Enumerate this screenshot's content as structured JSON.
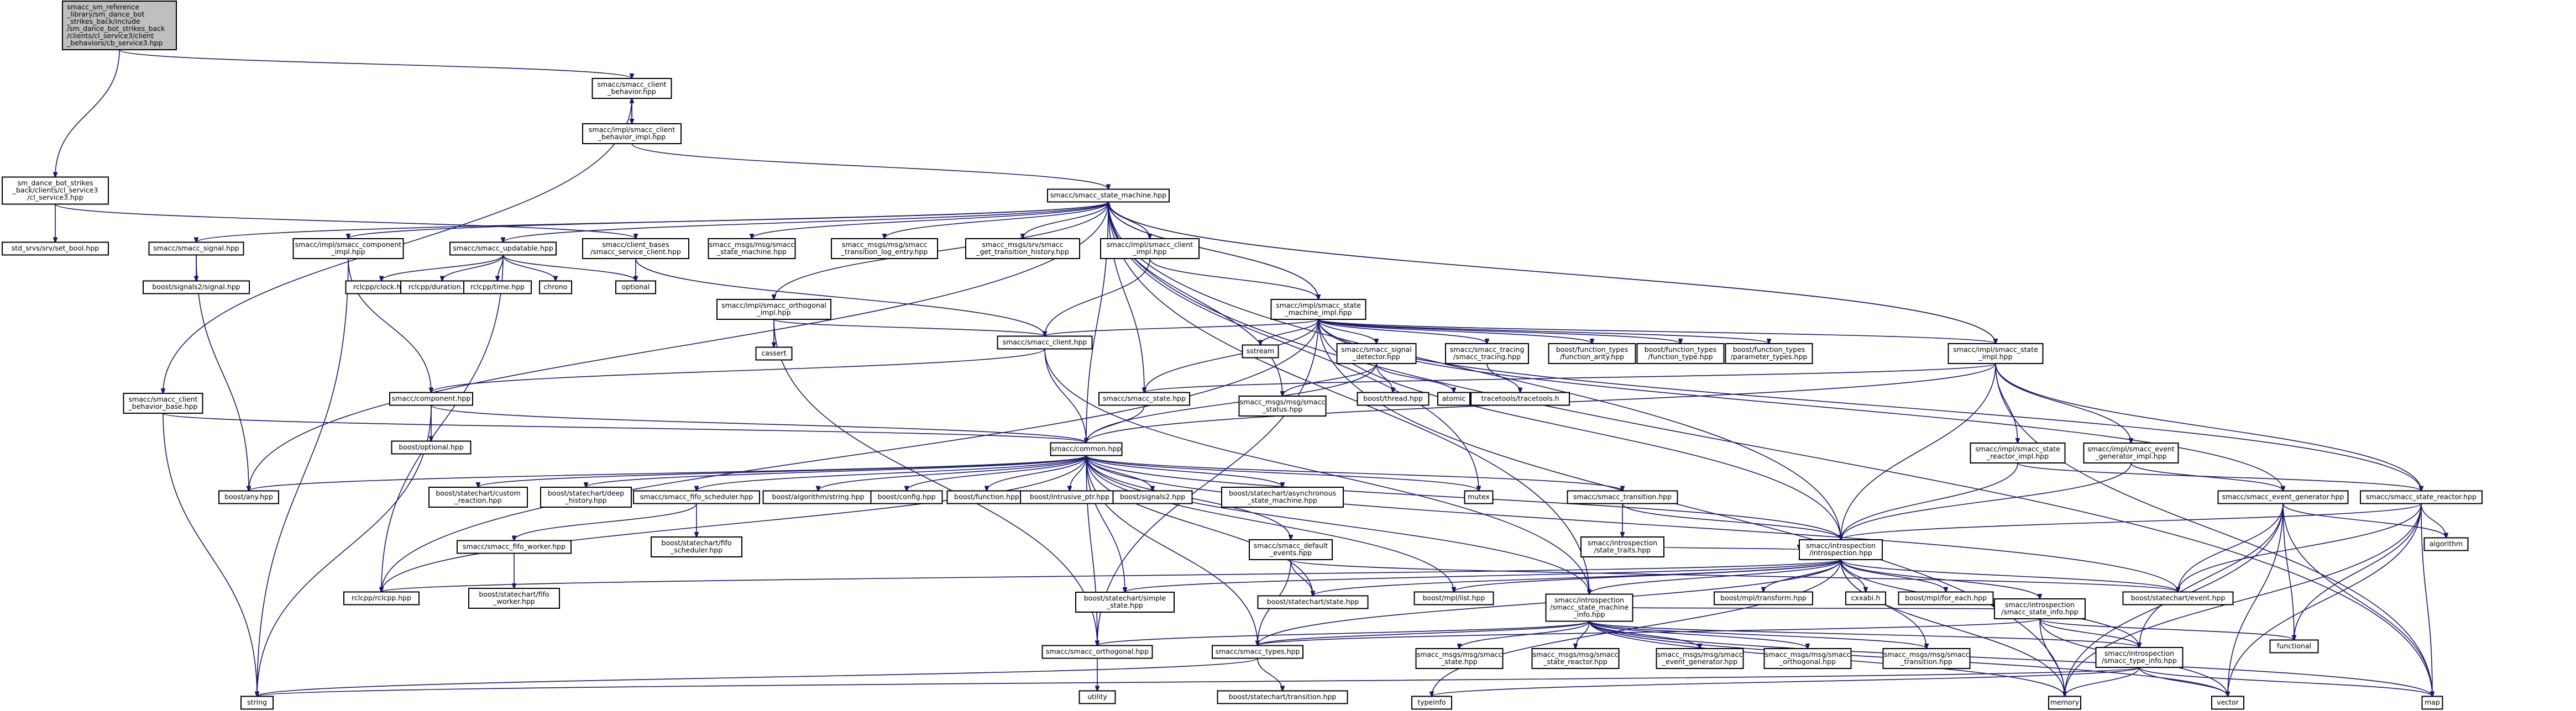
{
  "diagram": {
    "nodes": [
      {
        "id": "root",
        "label": "smacc_sm_reference\n_library/sm_dance_bot\n_strikes_back/include\n/sm_dance_bot_strikes_back\n/clients/cl_service3/client\n_behaviors/cb_service3.hpp",
        "root": true
      },
      {
        "id": "cb",
        "label": "smacc/smacc_client\n_behavior.hpp"
      },
      {
        "id": "cbi",
        "label": "smacc/impl/smacc_client\n_behavior_impl.hpp"
      },
      {
        "id": "cls3",
        "label": "sm_dance_bot_strikes\n_back/clients/cl_service3\n/cl_service3.hpp"
      },
      {
        "id": "setbool",
        "label": "std_srvs/srv/set_bool.hpp"
      },
      {
        "id": "sm",
        "label": "smacc/smacc_state_machine.hpp"
      },
      {
        "id": "signal",
        "label": "smacc/smacc_signal.hpp"
      },
      {
        "id": "compimpl",
        "label": "smacc/impl/smacc_component\n_impl.hpp"
      },
      {
        "id": "updatable",
        "label": "smacc/smacc_updatable.hpp"
      },
      {
        "id": "svcclient",
        "label": "smacc/client_bases\n/smacc_service_client.hpp"
      },
      {
        "id": "msm",
        "label": "smacc_msgs/msg/smacc\n_state_machine.hpp"
      },
      {
        "id": "logentry",
        "label": "smacc_msgs/msg/smacc\n_transition_log_entry.hpp"
      },
      {
        "id": "gethist",
        "label": "smacc_msgs/srv/smacc\n_get_transition_history.hpp"
      },
      {
        "id": "clientimpl",
        "label": "smacc/impl/smacc_client\n_impl.hpp"
      },
      {
        "id": "signals2sig",
        "label": "boost/signals2/signal.hpp"
      },
      {
        "id": "clock",
        "label": "rclcpp/clock.hpp"
      },
      {
        "id": "duration",
        "label": "rclcpp/duration.hpp"
      },
      {
        "id": "time",
        "label": "rclcpp/time.hpp"
      },
      {
        "id": "chrono",
        "label": "chrono"
      },
      {
        "id": "optional",
        "label": "optional"
      },
      {
        "id": "smimpl",
        "label": "smacc/impl/smacc_state\n_machine_impl.hpp"
      },
      {
        "id": "orthimpl",
        "label": "smacc/impl/smacc_orthogonal\n_impl.hpp"
      },
      {
        "id": "cassert",
        "label": "cassert"
      },
      {
        "id": "client",
        "label": "smacc/smacc_client.hpp"
      },
      {
        "id": "sstream",
        "label": "sstream"
      },
      {
        "id": "sigdet",
        "label": "smacc/smacc_signal\n_detector.hpp"
      },
      {
        "id": "tracing",
        "label": "smacc/smacc_tracing\n/smacc_tracing.hpp"
      },
      {
        "id": "fnarity",
        "label": "boost/function_types\n/function_arity.hpp"
      },
      {
        "id": "fntype",
        "label": "boost/function_types\n/function_type.hpp"
      },
      {
        "id": "fnparam",
        "label": "boost/function_types\n/parameter_types.hpp"
      },
      {
        "id": "stateimpl",
        "label": "smacc/impl/smacc_state\n_impl.hpp"
      },
      {
        "id": "cbbase",
        "label": "smacc/smacc_client\n_behavior_base.hpp"
      },
      {
        "id": "component",
        "label": "smacc/component.hpp"
      },
      {
        "id": "state",
        "label": "smacc/smacc_state.hpp"
      },
      {
        "id": "status",
        "label": "smacc_msgs/msg/smacc\n_status.hpp"
      },
      {
        "id": "thread",
        "label": "boost/thread.hpp"
      },
      {
        "id": "atomic",
        "label": "atomic"
      },
      {
        "id": "tracepoints",
        "label": "tracetools/tracetools.h"
      },
      {
        "id": "boostopt",
        "label": "boost/optional.hpp"
      },
      {
        "id": "common",
        "label": "smacc/common.hpp"
      },
      {
        "id": "reactorimpl",
        "label": "smacc/impl/smacc_state\n_reactor_impl.hpp"
      },
      {
        "id": "evgenimpl",
        "label": "smacc/impl/smacc_event\n_generator_impl.hpp"
      },
      {
        "id": "evgen",
        "label": "smacc/smacc_event_generator.hpp"
      },
      {
        "id": "reactor",
        "label": "smacc/smacc_state_reactor.hpp"
      },
      {
        "id": "algorithm",
        "label": "algorithm"
      },
      {
        "id": "boostany",
        "label": "boost/any.hpp"
      },
      {
        "id": "custreact",
        "label": "boost/statechart/custom\n_reaction.hpp"
      },
      {
        "id": "deephist",
        "label": "boost/statechart/deep\n_history.hpp"
      },
      {
        "id": "fifosched",
        "label": "smacc/smacc_fifo_scheduler.hpp"
      },
      {
        "id": "algostr",
        "label": "boost/algorithm/string.hpp"
      },
      {
        "id": "config",
        "label": "boost/config.hpp"
      },
      {
        "id": "function",
        "label": "boost/function.hpp"
      },
      {
        "id": "intrusive",
        "label": "boost/intrusive_ptr.hpp"
      },
      {
        "id": "signals2",
        "label": "boost/signals2.hpp"
      },
      {
        "id": "asyncsm",
        "label": "boost/statechart/asynchronous\n_state_machine.hpp"
      },
      {
        "id": "mutex",
        "label": "mutex"
      },
      {
        "id": "transition",
        "label": "smacc/smacc_transition.hpp"
      },
      {
        "id": "fifoschedboost",
        "label": "boost/statechart/fifo\n_scheduler.hpp"
      },
      {
        "id": "statetraits",
        "label": "smacc/introspection\n/state_traits.hpp"
      },
      {
        "id": "fifoworker",
        "label": "smacc/smacc_fifo_worker.hpp"
      },
      {
        "id": "defevents",
        "label": "smacc/smacc_default\n_events.hpp"
      },
      {
        "id": "introspection",
        "label": "smacc/introspection\n/introspection.hpp"
      },
      {
        "id": "fifoworkerboost",
        "label": "boost/statechart/fifo\n_worker.hpp"
      },
      {
        "id": "rclcpp",
        "label": "rclcpp/rclcpp.hpp"
      },
      {
        "id": "simplestate",
        "label": "boost/statechart/simple\n_state.hpp"
      },
      {
        "id": "sstate",
        "label": "boost/statechart/state.hpp"
      },
      {
        "id": "mpllist",
        "label": "boost/mpl/list.hpp"
      },
      {
        "id": "smi",
        "label": "smacc/introspection\n/smacc_state_machine\n_info.hpp"
      },
      {
        "id": "mpltransform",
        "label": "boost/mpl/transform.hpp"
      },
      {
        "id": "cxxabi",
        "label": "cxxabi.h"
      },
      {
        "id": "foreach",
        "label": "boost/mpl/for_each.hpp"
      },
      {
        "id": "statei",
        "label": "smacc/introspection\n/smacc_state_info.hpp"
      },
      {
        "id": "event",
        "label": "boost/statechart/event.hpp"
      },
      {
        "id": "functional",
        "label": "functional"
      },
      {
        "id": "orth",
        "label": "smacc/smacc_orthogonal.hpp"
      },
      {
        "id": "types",
        "label": "smacc/smacc_types.hpp"
      },
      {
        "id": "msgstate",
        "label": "smacc_msgs/msg/smacc\n_state.hpp"
      },
      {
        "id": "msgreactor",
        "label": "smacc_msgs/msg/smacc\n_state_reactor.hpp"
      },
      {
        "id": "msgevgen",
        "label": "smacc_msgs/msg/smacc\n_event_generator.hpp"
      },
      {
        "id": "msgorth",
        "label": "smacc_msgs/msg/smacc\n_orthogonal.hpp"
      },
      {
        "id": "msgtrans",
        "label": "smacc_msgs/msg/smacc\n_transition.hpp"
      },
      {
        "id": "typeinfo",
        "label": "smacc/introspection\n/smacc_type_info.hpp"
      },
      {
        "id": "utility",
        "label": "utility"
      },
      {
        "id": "bstrans",
        "label": "boost/statechart/transition.hpp"
      },
      {
        "id": "string",
        "label": "string"
      },
      {
        "id": "typeinfostd",
        "label": "typeinfo"
      },
      {
        "id": "memory",
        "label": "memory"
      },
      {
        "id": "vector",
        "label": "vector"
      },
      {
        "id": "map",
        "label": "map"
      }
    ],
    "edges": [
      [
        "root",
        "cb"
      ],
      [
        "root",
        "cls3"
      ],
      [
        "cb",
        "cbi"
      ],
      [
        "cb",
        "cbbase"
      ],
      [
        "cbi",
        "cb"
      ],
      [
        "cbi",
        "sm"
      ],
      [
        "cls3",
        "setbool"
      ],
      [
        "cls3",
        "svcclient"
      ],
      [
        "sm",
        "boostany"
      ],
      [
        "sm",
        "signal"
      ],
      [
        "sm",
        "compimpl"
      ],
      [
        "sm",
        "updatable"
      ],
      [
        "sm",
        "msm"
      ],
      [
        "sm",
        "logentry"
      ],
      [
        "sm",
        "gethist"
      ],
      [
        "sm",
        "clientimpl"
      ],
      [
        "sm",
        "orthimpl"
      ],
      [
        "sm",
        "stateimpl"
      ],
      [
        "sm",
        "smimpl"
      ],
      [
        "sm",
        "common"
      ],
      [
        "sm",
        "state"
      ],
      [
        "sm",
        "status"
      ],
      [
        "sm",
        "mutex"
      ],
      [
        "sm",
        "map"
      ],
      [
        "sm",
        "introspection"
      ],
      [
        "sm",
        "smi"
      ],
      [
        "signal",
        "signals2sig"
      ],
      [
        "signal",
        "boostany"
      ],
      [
        "compimpl",
        "component"
      ],
      [
        "compimpl",
        "string"
      ],
      [
        "updatable",
        "clock"
      ],
      [
        "updatable",
        "duration"
      ],
      [
        "updatable",
        "time"
      ],
      [
        "updatable",
        "chrono"
      ],
      [
        "updatable",
        "optional"
      ],
      [
        "updatable",
        "rclcpp"
      ],
      [
        "svcclient",
        "client"
      ],
      [
        "svcclient",
        "optional"
      ],
      [
        "clientimpl",
        "client"
      ],
      [
        "clientimpl",
        "smimpl"
      ],
      [
        "smimpl",
        "sm"
      ],
      [
        "smimpl",
        "client"
      ],
      [
        "smimpl",
        "sstream"
      ],
      [
        "smimpl",
        "sigdet"
      ],
      [
        "smimpl",
        "tracing"
      ],
      [
        "smimpl",
        "fnarity"
      ],
      [
        "smimpl",
        "fntype"
      ],
      [
        "smimpl",
        "fnparam"
      ],
      [
        "smimpl",
        "stateimpl"
      ],
      [
        "smimpl",
        "state"
      ],
      [
        "smimpl",
        "orth"
      ],
      [
        "smimpl",
        "reactor"
      ],
      [
        "smimpl",
        "evgen"
      ],
      [
        "smimpl",
        "introspection"
      ],
      [
        "smimpl",
        "memory"
      ],
      [
        "smimpl",
        "rclcpp"
      ],
      [
        "orthimpl",
        "client"
      ],
      [
        "orthimpl",
        "cassert"
      ],
      [
        "orthimpl",
        "orth"
      ],
      [
        "client",
        "component"
      ],
      [
        "client",
        "common"
      ],
      [
        "client",
        "smi"
      ],
      [
        "sigdet",
        "common"
      ],
      [
        "sigdet",
        "status"
      ],
      [
        "sigdet",
        "thread"
      ],
      [
        "sigdet",
        "atomic"
      ],
      [
        "tracing",
        "tracepoints"
      ],
      [
        "stateimpl",
        "sm"
      ],
      [
        "stateimpl",
        "state"
      ],
      [
        "stateimpl",
        "reactorimpl"
      ],
      [
        "stateimpl",
        "evgenimpl"
      ],
      [
        "stateimpl",
        "introspection"
      ],
      [
        "stateimpl",
        "reactor"
      ],
      [
        "stateimpl",
        "map"
      ],
      [
        "stateimpl",
        "common"
      ],
      [
        "cbbase",
        "common"
      ],
      [
        "cbbase",
        "string"
      ],
      [
        "component",
        "boostopt"
      ],
      [
        "component",
        "common"
      ],
      [
        "component",
        "string"
      ],
      [
        "state",
        "common"
      ],
      [
        "common",
        "boostany"
      ],
      [
        "common",
        "custreact"
      ],
      [
        "common",
        "deephist"
      ],
      [
        "common",
        "fifosched"
      ],
      [
        "common",
        "algostr"
      ],
      [
        "common",
        "config"
      ],
      [
        "common",
        "function"
      ],
      [
        "common",
        "intrusive"
      ],
      [
        "common",
        "signals2"
      ],
      [
        "common",
        "asyncsm"
      ],
      [
        "common",
        "mutex"
      ],
      [
        "common",
        "transition"
      ],
      [
        "common",
        "defevents"
      ],
      [
        "common",
        "introspection"
      ],
      [
        "common",
        "rclcpp"
      ],
      [
        "common",
        "simplestate"
      ],
      [
        "common",
        "sstate"
      ],
      [
        "common",
        "mpllist"
      ],
      [
        "common",
        "event"
      ],
      [
        "common",
        "orth"
      ],
      [
        "common",
        "types"
      ],
      [
        "common",
        "smi"
      ],
      [
        "reactorimpl",
        "introspection"
      ],
      [
        "reactorimpl",
        "reactor"
      ],
      [
        "evgenimpl",
        "introspection"
      ],
      [
        "evgenimpl",
        "evgen"
      ],
      [
        "evgen",
        "algorithm"
      ],
      [
        "evgen",
        "event"
      ],
      [
        "evgen",
        "functional"
      ],
      [
        "evgen",
        "memory"
      ],
      [
        "evgen",
        "vector"
      ],
      [
        "evgen",
        "map"
      ],
      [
        "evgen",
        "typeinfo"
      ],
      [
        "reactor",
        "algorithm"
      ],
      [
        "reactor",
        "event"
      ],
      [
        "reactor",
        "functional"
      ],
      [
        "reactor",
        "memory"
      ],
      [
        "reactor",
        "vector"
      ],
      [
        "reactor",
        "map"
      ],
      [
        "reactor",
        "introspection"
      ],
      [
        "fifosched",
        "fifoworker"
      ],
      [
        "fifosched",
        "fifoschedboost"
      ],
      [
        "fifoworker",
        "fifoworkerboost"
      ],
      [
        "transition",
        "statetraits"
      ],
      [
        "transition",
        "introspection"
      ],
      [
        "statetraits",
        "introspection"
      ],
      [
        "defevents",
        "sstate"
      ],
      [
        "defevents",
        "event"
      ],
      [
        "defevents",
        "types"
      ],
      [
        "introspection",
        "rclcpp"
      ],
      [
        "introspection",
        "simplestate"
      ],
      [
        "introspection",
        "sstate"
      ],
      [
        "introspection",
        "mpllist"
      ],
      [
        "introspection",
        "smi"
      ],
      [
        "introspection",
        "mpltransform"
      ],
      [
        "introspection",
        "cxxabi"
      ],
      [
        "introspection",
        "foreach"
      ],
      [
        "introspection",
        "statei"
      ],
      [
        "introspection",
        "event"
      ],
      [
        "introspection",
        "types"
      ],
      [
        "introspection",
        "typeinfostd"
      ],
      [
        "introspection",
        "msgtrans"
      ],
      [
        "introspection",
        "typeinfo"
      ],
      [
        "introspection",
        "memory"
      ],
      [
        "smi",
        "orth"
      ],
      [
        "smi",
        "types"
      ],
      [
        "smi",
        "msgstate"
      ],
      [
        "smi",
        "msgreactor"
      ],
      [
        "smi",
        "msgevgen"
      ],
      [
        "smi",
        "msgorth"
      ],
      [
        "smi",
        "msgtrans"
      ],
      [
        "smi",
        "typeinfo"
      ],
      [
        "smi",
        "memory"
      ],
      [
        "smi",
        "vector"
      ],
      [
        "smi",
        "map"
      ],
      [
        "smi",
        "statei"
      ],
      [
        "statei",
        "functional"
      ],
      [
        "statei",
        "typeinfo"
      ],
      [
        "statei",
        "memory"
      ],
      [
        "statei",
        "vector"
      ],
      [
        "statei",
        "types"
      ],
      [
        "typeinfo",
        "string"
      ],
      [
        "typeinfo",
        "typeinfostd"
      ],
      [
        "typeinfo",
        "memory"
      ],
      [
        "typeinfo",
        "vector"
      ],
      [
        "typeinfo",
        "map"
      ],
      [
        "orth",
        "utility"
      ],
      [
        "types",
        "bstrans"
      ],
      [
        "types",
        "string"
      ]
    ]
  }
}
